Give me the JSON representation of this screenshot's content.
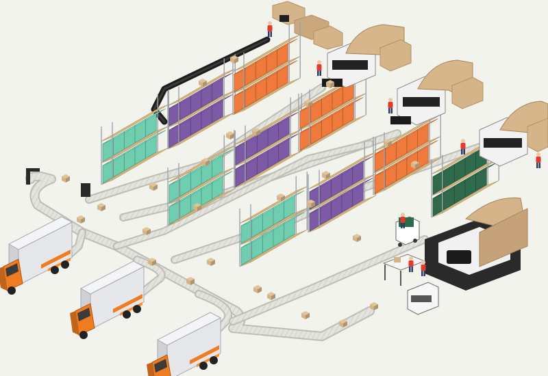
{
  "scene": {
    "background": "#f3f3ee",
    "palette": {
      "conveyor_top": "#e2e2dc",
      "conveyor_side": "#bdbdb6",
      "conveyor_dark": "#1e1e1e",
      "rack_post": "#9aa4ad",
      "shelf": "#d9b77a",
      "mint": "#6fcdb0",
      "purple": "#7d5aa6",
      "orange": "#f07a3c",
      "green": "#2f6a4c",
      "cardboard": "#d6b48a",
      "truck_cab": "#f07c22",
      "truck_box": "#e6e7ea",
      "machine": "#2a2a2a",
      "worker_shirt": "#e23b2e",
      "worker_pants": "#2d3a66"
    },
    "racks": [
      {
        "name": "rack-mint-1",
        "color": "mint"
      },
      {
        "name": "rack-purple-1",
        "color": "purple"
      },
      {
        "name": "rack-orange-1",
        "color": "orange"
      },
      {
        "name": "rack-mint-2",
        "color": "mint"
      },
      {
        "name": "rack-purple-2",
        "color": "purple"
      },
      {
        "name": "rack-orange-2",
        "color": "orange"
      },
      {
        "name": "rack-mint-3",
        "color": "mint"
      },
      {
        "name": "rack-purple-3",
        "color": "purple"
      },
      {
        "name": "rack-orange-3",
        "color": "orange"
      },
      {
        "name": "rack-green-1",
        "color": "green"
      }
    ],
    "trucks": [
      {
        "name": "truck-1"
      },
      {
        "name": "truck-2"
      },
      {
        "name": "truck-3"
      }
    ],
    "machines": [
      {
        "name": "sorting-machine-1"
      },
      {
        "name": "sorting-machine-2"
      },
      {
        "name": "sorting-machine-3"
      },
      {
        "name": "packing-machine"
      }
    ],
    "workers": [
      {
        "name": "worker-1"
      },
      {
        "name": "worker-2"
      },
      {
        "name": "worker-3"
      },
      {
        "name": "worker-4"
      },
      {
        "name": "worker-5"
      },
      {
        "name": "worker-6"
      },
      {
        "name": "worker-7"
      },
      {
        "name": "worker-8"
      }
    ]
  }
}
